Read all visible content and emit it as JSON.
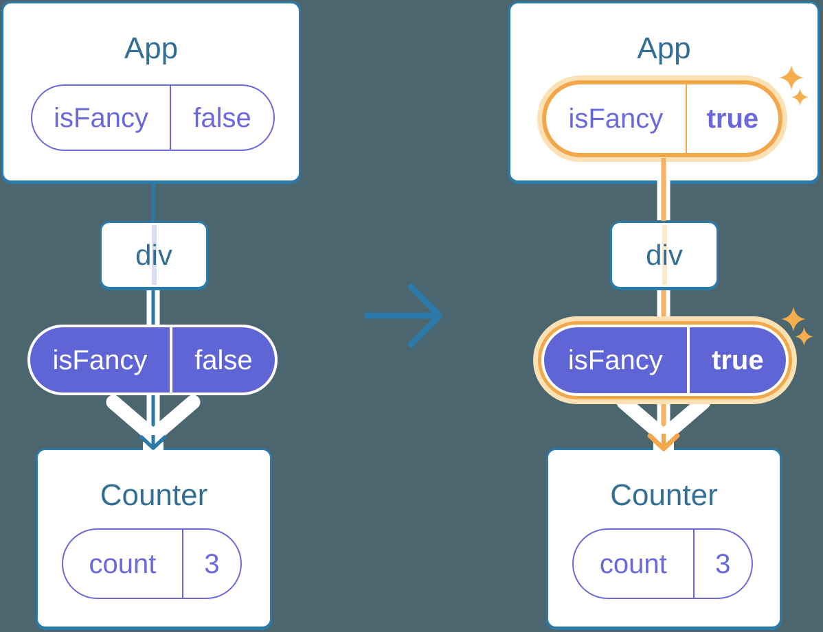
{
  "diagram": {
    "description": "Component tree state diagram, before and after isFancy toggles",
    "transition_arrow_icon": "right-arrow",
    "highlight_icon": "sparkles",
    "pass_down_icon": "down-chevron-arrow"
  },
  "colors": {
    "background": "#4C6670",
    "card_border_blue": "#2B7AA9",
    "component_title_blue": "#336E94",
    "pill_purple_fill": "#6065D6",
    "pill_purple_outline": "#6A68DB",
    "highlight_orange": "#F2A74A",
    "highlight_glow": "#FBE1B3",
    "stripe_orange": "#F3B266",
    "sparkle_orange": "#F5AD4D",
    "through_line_lavender": "#D9DFF3",
    "through_line_peach": "#FBE8CE",
    "white": "#FFFFFF"
  },
  "panels": [
    {
      "name": "before",
      "app": {
        "title": "App",
        "prop": {
          "name": "isFancy",
          "value": "false"
        }
      },
      "div": {
        "label": "div"
      },
      "passed_prop": {
        "name": "isFancy",
        "value": "false"
      },
      "counter": {
        "title": "Counter",
        "state": {
          "name": "count",
          "value": "3"
        }
      }
    },
    {
      "name": "after",
      "app": {
        "title": "App",
        "prop": {
          "name": "isFancy",
          "value": "true"
        }
      },
      "div": {
        "label": "div"
      },
      "passed_prop": {
        "name": "isFancy",
        "value": "true"
      },
      "counter": {
        "title": "Counter",
        "state": {
          "name": "count",
          "value": "3"
        }
      }
    }
  ]
}
